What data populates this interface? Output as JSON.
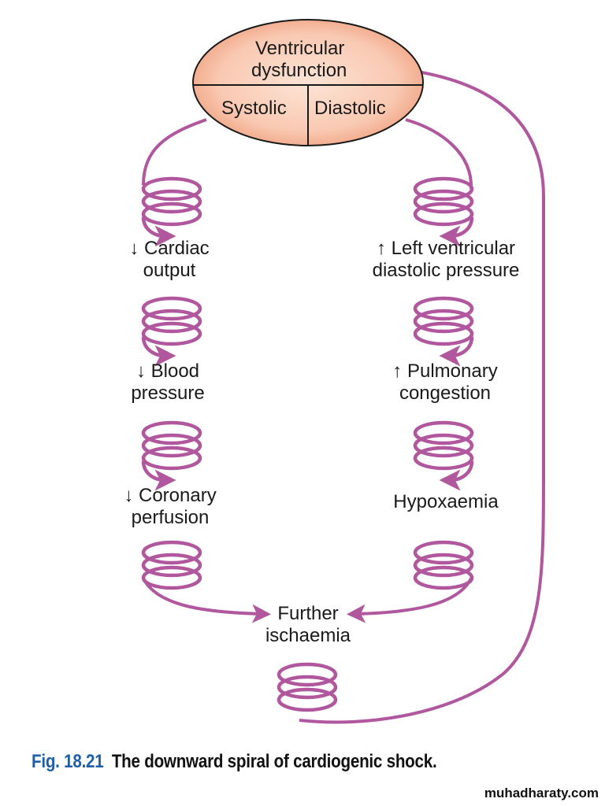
{
  "colors": {
    "spiral": "#b0579e",
    "oval_fill_center": "#fde4d6",
    "oval_fill_edge": "#f2a98a",
    "oval_stroke": "#1a1a1a",
    "caption_fig": "#1f5fa8"
  },
  "oval": {
    "title_line1": "Ventricular",
    "title_line2": "dysfunction",
    "left": "Systolic",
    "right": "Diastolic"
  },
  "left_chain": [
    {
      "line1": "↓ Cardiac",
      "line2": "output"
    },
    {
      "line1": "↓ Blood",
      "line2": "pressure"
    },
    {
      "line1": "↓ Coronary",
      "line2": "perfusion"
    }
  ],
  "right_chain": [
    {
      "line1": "↑ Left ventricular",
      "line2": "diastolic pressure"
    },
    {
      "line1": "↑ Pulmonary",
      "line2": "congestion"
    },
    {
      "line1": "Hypoxaemia",
      "line2": ""
    }
  ],
  "convergence": {
    "line1": "Further",
    "line2": "ischaemia"
  },
  "caption": {
    "fig_label": "Fig. 18.21",
    "title": "The downward spiral of cardiogenic shock."
  },
  "watermark": "muhadharaty.com"
}
